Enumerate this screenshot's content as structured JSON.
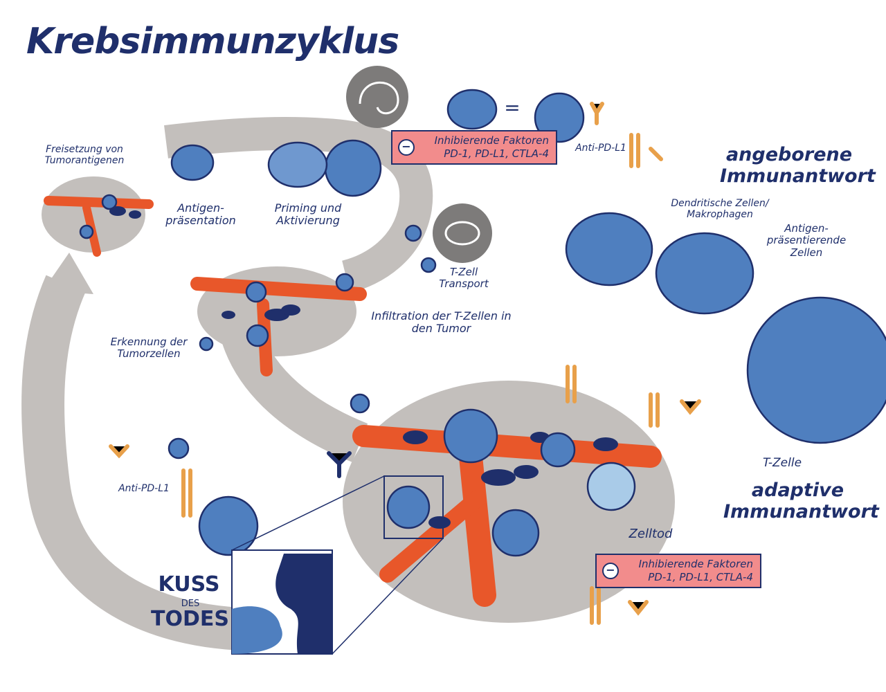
{
  "title": "Krebsimmunzyklus",
  "labels": {
    "release": "Freisetzung von Tumorantigenen",
    "antigen": "Antigen- präsentation",
    "priming": "Priming und Aktivierung",
    "transport": "T-Zell Transport",
    "infiltration": "Infiltration der T-Zellen in den Tumor",
    "recognition": "Erkennung der Tumorzellen",
    "death": "Zelltod",
    "anti_top": "Anti-PD-L1",
    "anti_left": "Anti-PD-L1",
    "dc": "Dendritische Zellen/ Makrophagen",
    "apc": "Antigen- präsentierende Zellen",
    "innate": "angeborene Immunantwort",
    "tcell": "T-Zelle",
    "adaptive": "adaptive Immunantwort",
    "kiss1": "KUSS",
    "kiss2": "DES",
    "kiss3": "TODES"
  },
  "inhibitors": {
    "top": {
      "line1": "Inhibierende Faktoren",
      "line2": "PD-1, PD-L1, CTLA-4"
    },
    "bottom": {
      "line1": "Inhibierende Faktoren",
      "line2": "PD-1, PD-L1, CTLA-4"
    }
  },
  "equals_sign": "=",
  "minus_sign": "−",
  "colors": {
    "navy": "#1f2f6b",
    "cell_blue": "#4f7fbf",
    "light_blue": "#a9cbe8",
    "orange": "#e8572a",
    "gray": "#c3bfbc",
    "dark_gray": "#7d7b7a",
    "pink": "#f28c8c",
    "antibody_orange": "#e8a04a"
  }
}
